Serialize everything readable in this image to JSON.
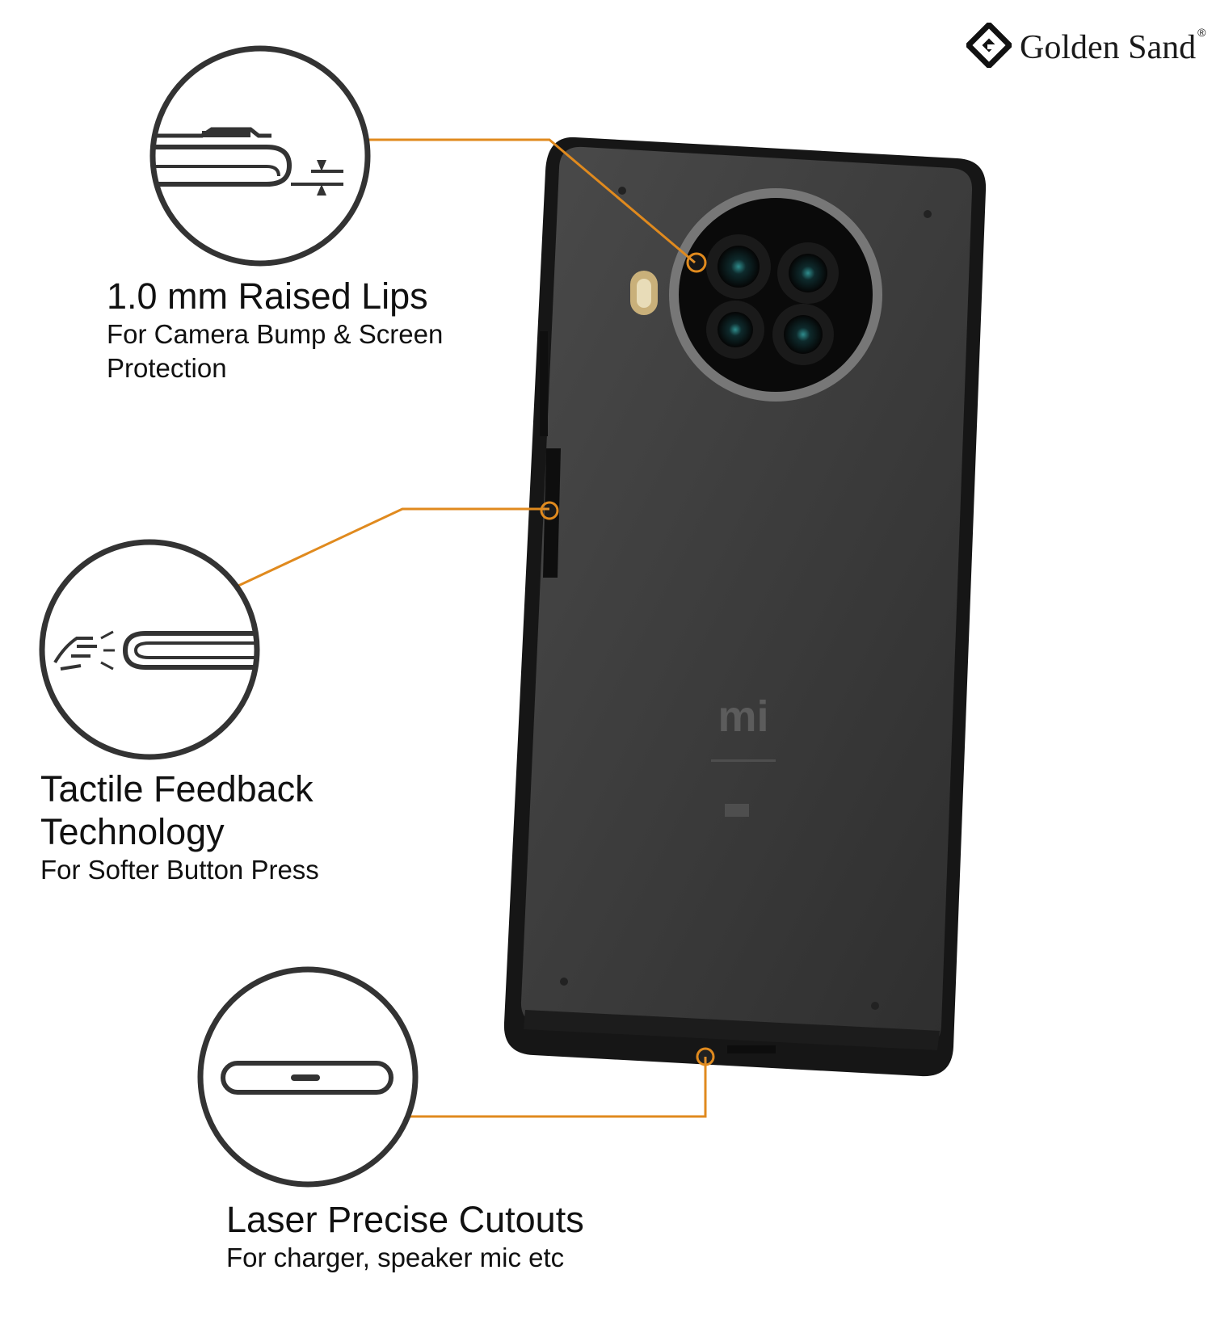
{
  "brand": {
    "name": "Golden Sand",
    "registered_mark": "®"
  },
  "phone": {
    "logo_text": "mi"
  },
  "callout_color": "#e08a1e",
  "features": [
    {
      "title": "1.0 mm Raised Lips",
      "subtitle_line1": "For Camera Bump & Screen",
      "subtitle_line2": "Protection",
      "icon": "raised-lip-profile-icon"
    },
    {
      "title_line1": "Tactile Feedback",
      "title_line2": "Technology",
      "subtitle": "For Softer Button Press",
      "icon": "button-press-icon"
    },
    {
      "title": "Laser Precise Cutouts",
      "subtitle": "For charger, speaker mic etc",
      "icon": "port-cutout-icon"
    }
  ]
}
